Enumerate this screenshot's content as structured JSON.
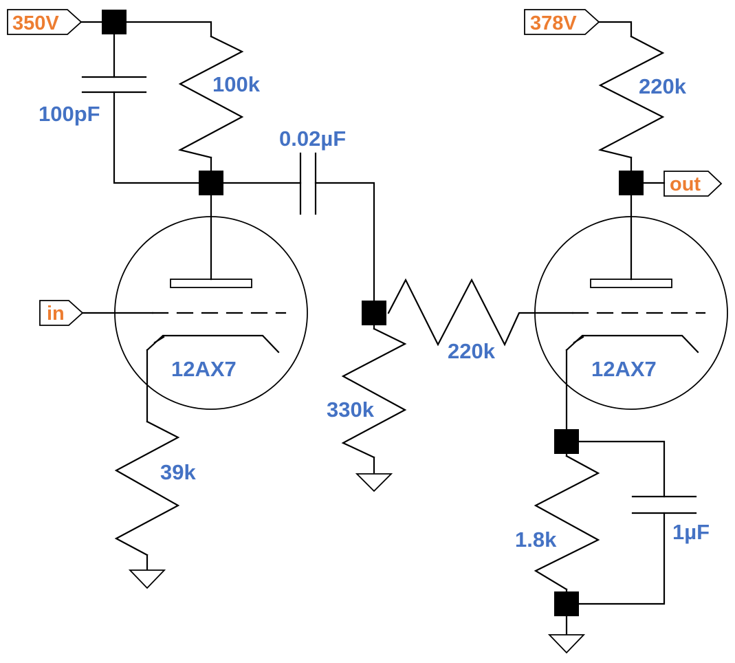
{
  "colors": {
    "component_label": "#4472c4",
    "port_label": "#ed7d31",
    "wire": "#000000"
  },
  "ports": {
    "supply_1": "350V",
    "supply_2": "378V",
    "input": "in",
    "output": "out"
  },
  "components": {
    "c_feedback": "100pF",
    "r_plate_1": "100k",
    "c_coupling": "0.02µF",
    "tube_1": "12AX7",
    "r_cathode_1": "39k",
    "r_grid_leak": "330k",
    "r_grid_stop": "220k",
    "r_plate_2": "220k",
    "tube_2": "12AX7",
    "r_cathode_2": "1.8k",
    "c_bypass": "1µF"
  }
}
